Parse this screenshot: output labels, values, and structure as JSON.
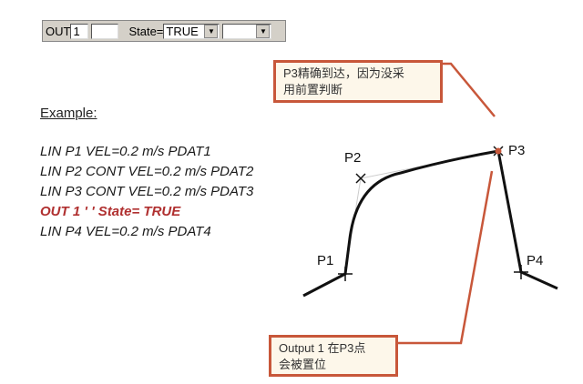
{
  "toolbar": {
    "out_label": "OUT",
    "out_number": "1",
    "out_comment": "",
    "state_label": "State=",
    "state_value": "TRUE",
    "extra_value": ""
  },
  "example": {
    "heading": "Example:",
    "lines": [
      "LIN P1 VEL=0.2 m/s PDAT1",
      "LIN P2 CONT VEL=0.2 m/s PDAT2",
      "LIN P3 CONT VEL=0.2 m/s PDAT3",
      "OUT 1 ' ' State= TRUE",
      "LIN P4 VEL=0.2 m/s PDAT4"
    ]
  },
  "diagram": {
    "points": [
      "P1",
      "P2",
      "P3",
      "P4"
    ]
  },
  "notes": {
    "top_line1": "P3精确到达，因为没采",
    "top_line2": "用前置判断",
    "bottom_line1": "Output 1 在P3点",
    "bottom_line2": "会被置位"
  },
  "colors": {
    "accent": "#c8573a",
    "toolbar": "#d4d0c8"
  }
}
